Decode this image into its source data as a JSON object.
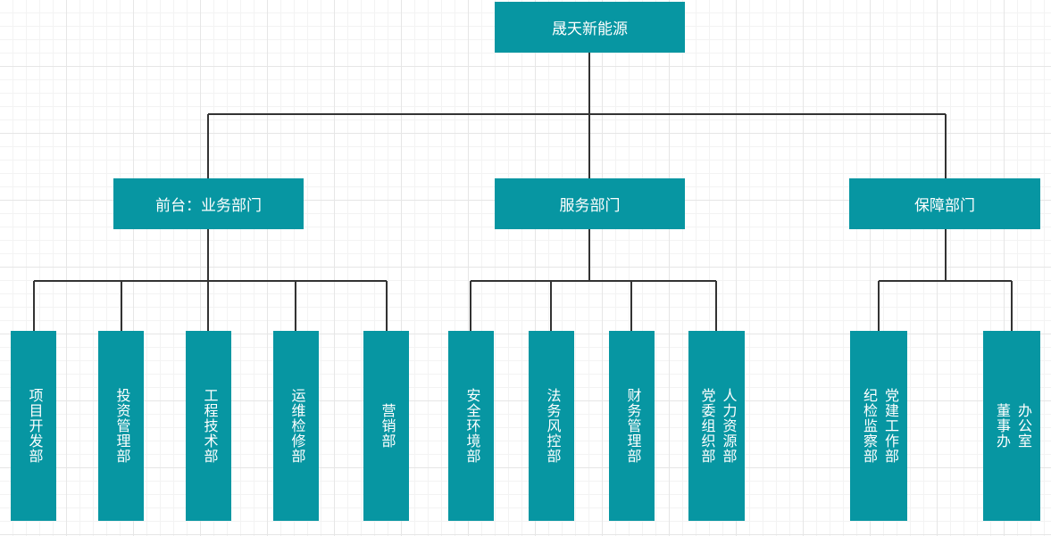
{
  "root": {
    "label": "晟天新能源"
  },
  "groups": [
    {
      "label": "前台：业务部门"
    },
    {
      "label": "服务部门"
    },
    {
      "label": "保障部门"
    }
  ],
  "leaves": [
    {
      "columns": [
        "项目开发部"
      ]
    },
    {
      "columns": [
        "投资管理部"
      ]
    },
    {
      "columns": [
        "工程技术部"
      ]
    },
    {
      "columns": [
        "运维检修部"
      ]
    },
    {
      "columns": [
        "营销部"
      ]
    },
    {
      "columns": [
        "安全环境部"
      ]
    },
    {
      "columns": [
        "法务风控部"
      ]
    },
    {
      "columns": [
        "财务管理部"
      ]
    },
    {
      "columns": [
        "党委组织部",
        "人力资源部"
      ]
    },
    {
      "columns": [
        "纪检监察部",
        "党建工作部"
      ]
    },
    {
      "columns": [
        "董事办",
        "办公室"
      ]
    }
  ],
  "colors": {
    "node_fill": "#0796a2",
    "node_text": "#ffffff",
    "connector": "#333333"
  }
}
